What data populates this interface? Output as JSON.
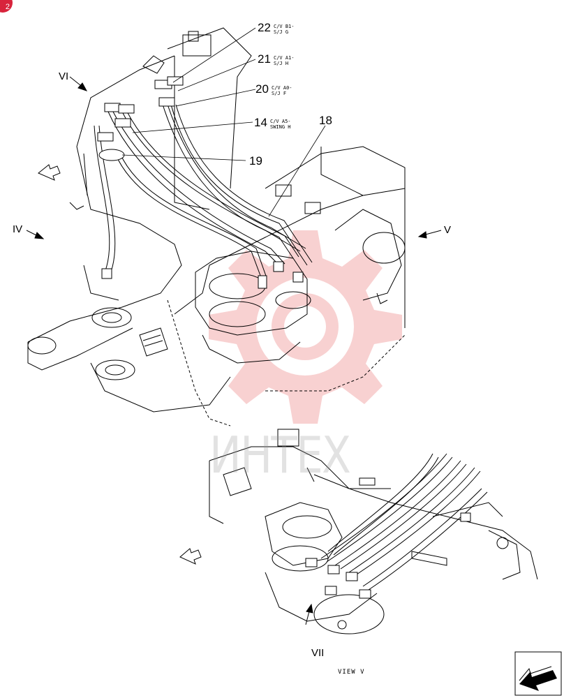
{
  "page_badge": "2",
  "callouts": [
    {
      "num": "22",
      "line1": "C/V B1-",
      "line2": "S/J G"
    },
    {
      "num": "21",
      "line1": "C/V A1-",
      "line2": "S/J H"
    },
    {
      "num": "20",
      "line1": "C/V A0-",
      "line2": "S/J F"
    },
    {
      "num": "14",
      "line1": "C/V A5-",
      "line2": "SWING H"
    }
  ],
  "plain_callouts": [
    "18",
    "19"
  ],
  "view_markers": [
    "VI",
    "IV",
    "V",
    "VII"
  ],
  "view_label": "VIEW V",
  "watermark_text": "ИНТЕХ",
  "colors": {
    "ink": "#000000",
    "watermark": "#f5c6c6",
    "badge": "#d8243c"
  },
  "icons": [
    "front-direction-arrow-icon",
    "front-direction-arrow-icon",
    "front-direction-arrow-icon"
  ]
}
